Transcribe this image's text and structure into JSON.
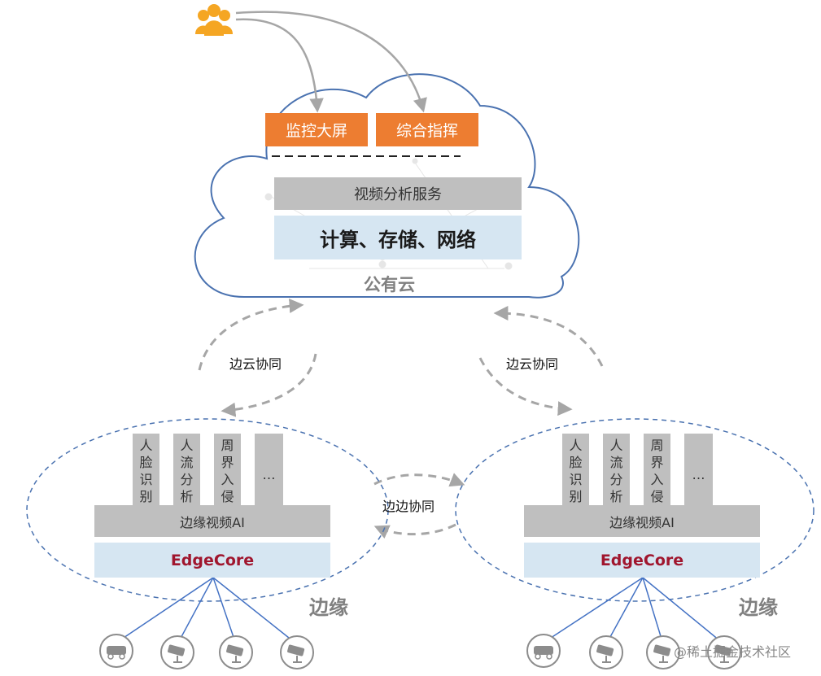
{
  "cloud": {
    "screen_buttons": [
      "监控大屏",
      "综合指挥"
    ],
    "service_label": "视频分析服务",
    "infra_label": "计算、存储、网络",
    "name": "公有云"
  },
  "collaboration": {
    "edge_cloud_left": "边云协同",
    "edge_cloud_right": "边云协同",
    "edge_edge": "边边协同"
  },
  "edge_nodes": [
    {
      "apps": [
        {
          "chars": [
            "人",
            "脸",
            "识",
            "别"
          ]
        },
        {
          "chars": [
            "人",
            "流",
            "分",
            "析"
          ]
        },
        {
          "chars": [
            "周",
            "界",
            "入",
            "侵"
          ]
        },
        {
          "chars": [
            "…"
          ]
        }
      ],
      "ai_label": "边缘视频AI",
      "core_label": "EdgeCore",
      "name": "边缘"
    },
    {
      "apps": [
        {
          "chars": [
            "人",
            "脸",
            "识",
            "别"
          ]
        },
        {
          "chars": [
            "人",
            "流",
            "分",
            "析"
          ]
        },
        {
          "chars": [
            "周",
            "界",
            "入",
            "侵"
          ]
        },
        {
          "chars": [
            "…"
          ]
        }
      ],
      "ai_label": "边缘视频AI",
      "core_label": "EdgeCore",
      "name": "边缘"
    }
  ],
  "icons": {
    "users": "users-icon",
    "camera": "camera-icon",
    "car_camera": "car-camera-icon"
  },
  "watermark": "@稀土掘金技术社区",
  "colors": {
    "orange": "#ED7D31",
    "gray": "#BFBFBF",
    "light_blue": "#D6E6F2",
    "cloud_outline": "#4A72B0",
    "dashed_arrow": "#A6A6A6",
    "edgecore_text": "#A0162E",
    "device_lines": "#4472C4"
  }
}
